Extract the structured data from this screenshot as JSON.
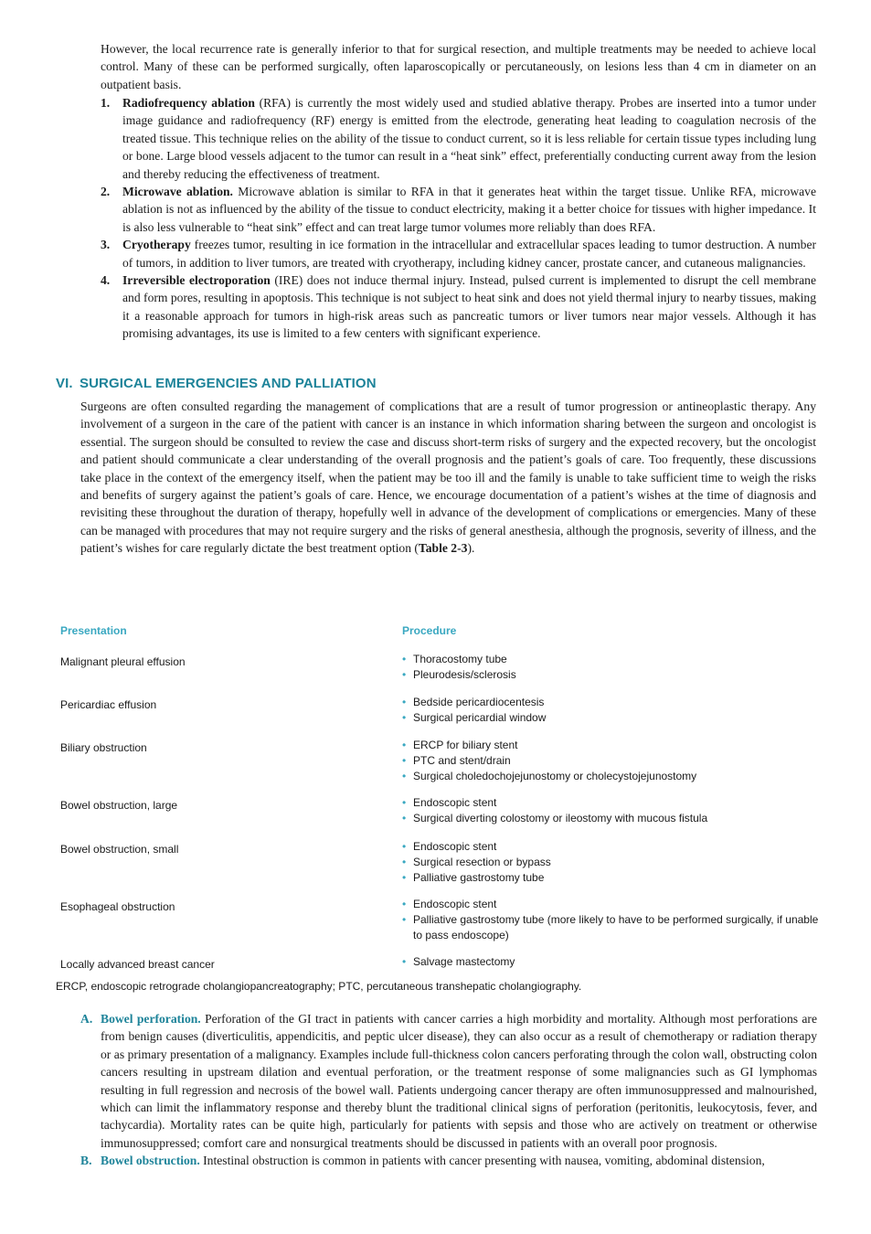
{
  "intro": "However, the local recurrence rate is generally inferior to that for surgical resection, and multiple treatments may be needed to achieve local control. Many of these can be performed surgically, often laparoscopically or percutaneously, on lesions less than 4 cm in diameter on an outpatient basis.",
  "techniques": [
    {
      "num": "1.",
      "term": "Radiofrequency ablation",
      "text": " (RFA) is currently the most widely used and studied ablative therapy. Probes are inserted into a tumor under image guidance and radiofrequency (RF) energy is emitted from the electrode, generating heat leading to coagulation necrosis of the treated tissue. This technique relies on the ability of the tissue to conduct current, so it is less reliable for certain tissue types including lung or bone. Large blood vessels adjacent to the tumor can result in a “heat sink” effect, preferentially conducting current away from the lesion and thereby reducing the effectiveness of treatment."
    },
    {
      "num": "2.",
      "term": "Microwave ablation.",
      "text": " Microwave ablation is similar to RFA in that it generates heat within the target tissue. Unlike RFA, microwave ablation is not as influenced by the ability of the tissue to conduct electricity, making it a better choice for tissues with higher impedance. It is also less vulnerable to “heat sink” effect and can treat large tumor volumes more reliably than does RFA."
    },
    {
      "num": "3.",
      "term": "Cryotherapy",
      "text": " freezes tumor, resulting in ice formation in the intracellular and extracellular spaces leading to tumor destruction. A number of tumors, in addition to liver tumors, are treated with cryotherapy, including kidney cancer, prostate cancer, and cutaneous malignancies."
    },
    {
      "num": "4.",
      "term": "Irreversible electroporation",
      "text": " (IRE) does not induce thermal injury. Instead, pulsed current is implemented to disrupt the cell membrane and form pores, resulting in apoptosis. This technique is not subject to heat sink and does not yield thermal injury to nearby tissues, making it a reasonable approach for tumors in high-risk areas such as pancreatic tumors or liver tumors near major vessels. Although it has promising advantages, its use is limited to a few centers with significant experience."
    }
  ],
  "section": {
    "number": "VI.",
    "title": "SURGICAL EMERGENCIES AND PALLIATION",
    "paragraph": "Surgeons are often consulted regarding the management of complications that are a result of tumor progression or antineoplastic therapy. Any involvement of a surgeon in the care of the patient with cancer is an instance in which information sharing between the surgeon and oncologist is essential. The surgeon should be consulted to review the case and discuss short-term risks of surgery and the expected recovery, but the oncologist and patient should communicate a clear understanding of the overall prognosis and the patient’s goals of care. Too frequently, these discussions take place in the context of the emergency itself, when the patient may be too ill and the family is unable to take sufficient time to weigh the risks and benefits of surgery against the patient’s goals of care. Hence, we encourage documentation of a patient’s wishes at the time of diagnosis and revisiting these throughout the duration of therapy, hopefully well in advance of the development of complications or emergencies. Many of these can be managed with procedures that may not require surgery and the risks of general anesthesia, although the prognosis, severity of illness, and the patient’s wishes for care regularly dictate the best treatment option (",
    "table_ref": "Table 2-3",
    "paragraph_end": ")."
  },
  "table": {
    "headers": {
      "presentation": "Presentation",
      "procedure": "Procedure"
    },
    "bullet": "•",
    "rows": [
      {
        "presentation": "Malignant pleural effusion",
        "procedures": [
          "Thoracostomy tube",
          "Pleurodesis/sclerosis"
        ]
      },
      {
        "presentation": "Pericardiac effusion",
        "procedures": [
          "Bedside pericardiocentesis",
          "Surgical pericardial window"
        ]
      },
      {
        "presentation": "Biliary obstruction",
        "procedures": [
          "ERCP for biliary stent",
          "PTC and stent/drain",
          "Surgical choledochojejunostomy or cholecystojejunostomy"
        ]
      },
      {
        "presentation": "Bowel obstruction, large",
        "procedures": [
          "Endoscopic stent",
          "Surgical diverting colostomy or ileostomy with mucous fistula"
        ]
      },
      {
        "presentation": "Bowel obstruction, small",
        "procedures": [
          "Endoscopic stent",
          "Surgical resection or bypass",
          "Palliative gastrostomy tube"
        ]
      },
      {
        "presentation": "Esophageal obstruction",
        "procedures": [
          "Endoscopic stent",
          "Palliative gastrostomy tube (more likely to have to be performed surgically, if unable to pass endoscope)"
        ]
      },
      {
        "presentation": "Locally advanced breast cancer",
        "procedures": [
          "Salvage mastectomy"
        ]
      }
    ],
    "footnote": "ERCP, endoscopic retrograde cholangiopancreatography; PTC, percutaneous transhepatic cholangiography."
  },
  "subsections": [
    {
      "letter": "A.",
      "title": "Bowel perforation.",
      "text": " Perforation of the GI tract in patients with cancer carries a high morbidity and mortality. Although most perforations are from benign causes (diverticulitis, appendicitis, and peptic ulcer disease), they can also occur as a result of chemotherapy or radiation therapy or as primary presentation of a malignancy. Examples include full-thickness colon cancers perforating through the colon wall, obstructing colon cancers resulting in upstream dilation and eventual perforation, or the treatment response of some malignancies such as GI lymphomas resulting in full regression and necrosis of the bowel wall. Patients undergoing cancer therapy are often immunosuppressed and malnourished, which can limit the inflammatory response and thereby blunt the traditional clinical signs of perforation (peritonitis, leukocytosis, fever, and tachycardia). Mortality rates can be quite high, particularly for patients with sepsis and those who are actively on treatment or otherwise immunosuppressed; comfort care and nonsurgical treatments should be discussed in patients with an overall poor prognosis."
    },
    {
      "letter": "B.",
      "title": "Bowel obstruction.",
      "text": " Intestinal obstruction is common in patients with cancer presenting with nausea, vomiting, abdominal distension,"
    }
  ]
}
